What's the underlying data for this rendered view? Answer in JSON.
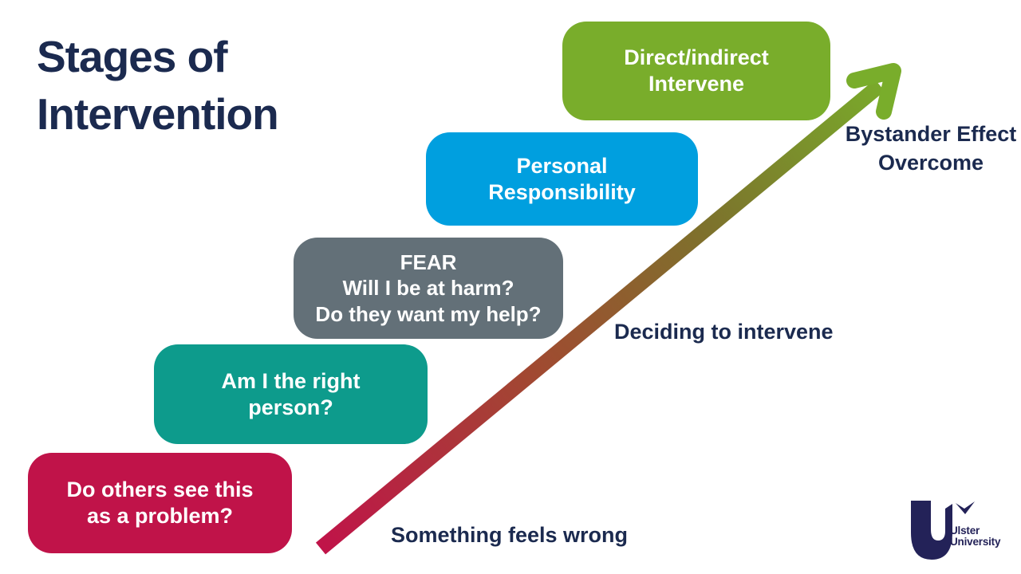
{
  "slide": {
    "title": "Stages of\nIntervention"
  },
  "colors": {
    "navy_text": "#1b2a4f",
    "crimson": "#c01349",
    "teal": "#0d9b8c",
    "slate_gray": "#637078",
    "blue": "#009fdf",
    "green": "#79ad2b",
    "logo_navy": "#232258",
    "background": "#ffffff"
  },
  "stages": [
    {
      "label": "Do others see this\nas a problem?",
      "color": "#c01349"
    },
    {
      "label": "Am I the right\nperson?",
      "color": "#0d9b8c"
    },
    {
      "label": "FEAR\nWill I be at harm?\nDo they want my help?",
      "color": "#637078"
    },
    {
      "label": "Personal\nResponsibility",
      "color": "#009fdf"
    },
    {
      "label": "Direct/indirect\nIntervene",
      "color": "#79ad2b"
    }
  ],
  "arrow": {
    "gradient": [
      "#c01349",
      "#a04a31",
      "#7d722c",
      "#79ad2b"
    ],
    "head_color": "#79ad2b"
  },
  "arrow_labels": {
    "bottom": "Something feels wrong",
    "middle": "Deciding to intervene",
    "top": "Bystander Effect\nOvercome"
  },
  "logo": {
    "text": "Ulster\nUniversity",
    "color": "#232258"
  }
}
